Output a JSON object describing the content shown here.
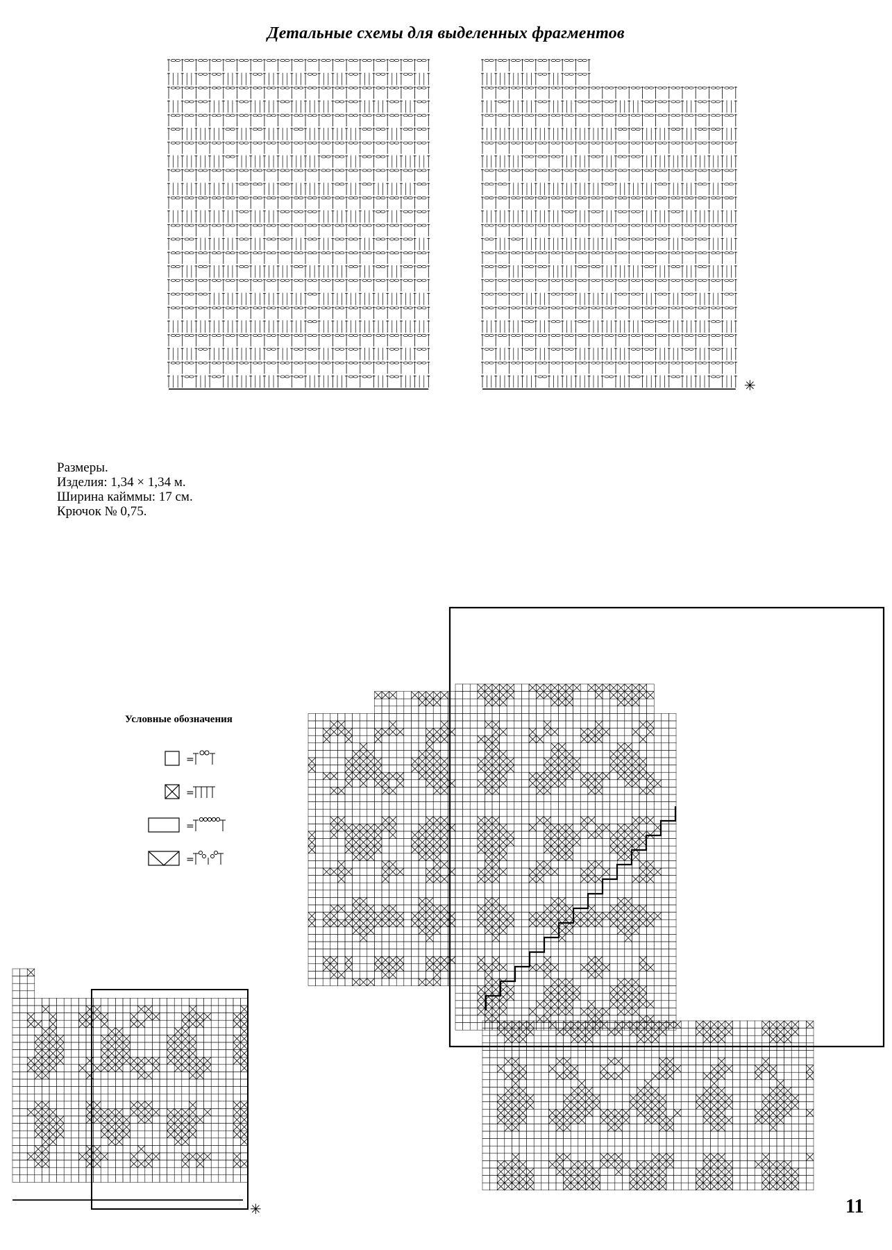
{
  "header": {
    "title": "Детальные схемы для выделенных фрагментов"
  },
  "sizes": {
    "heading": "Размеры.",
    "item": "Изделия: 1,34 × 1,34 м.",
    "border_width": "Ширина кайммы: 17 см.",
    "hook": "Крючок № 0,75."
  },
  "legend": {
    "title": "Условные обозначения",
    "items": [
      {
        "symbol": "empty-square",
        "equals": "="
      },
      {
        "symbol": "crossed-square",
        "equals": "="
      },
      {
        "symbol": "wide-rectangle",
        "equals": "="
      },
      {
        "symbol": "v-lacet",
        "equals": "="
      }
    ]
  },
  "marks": {
    "start_marker": "✳"
  },
  "page": {
    "number": "11"
  }
}
